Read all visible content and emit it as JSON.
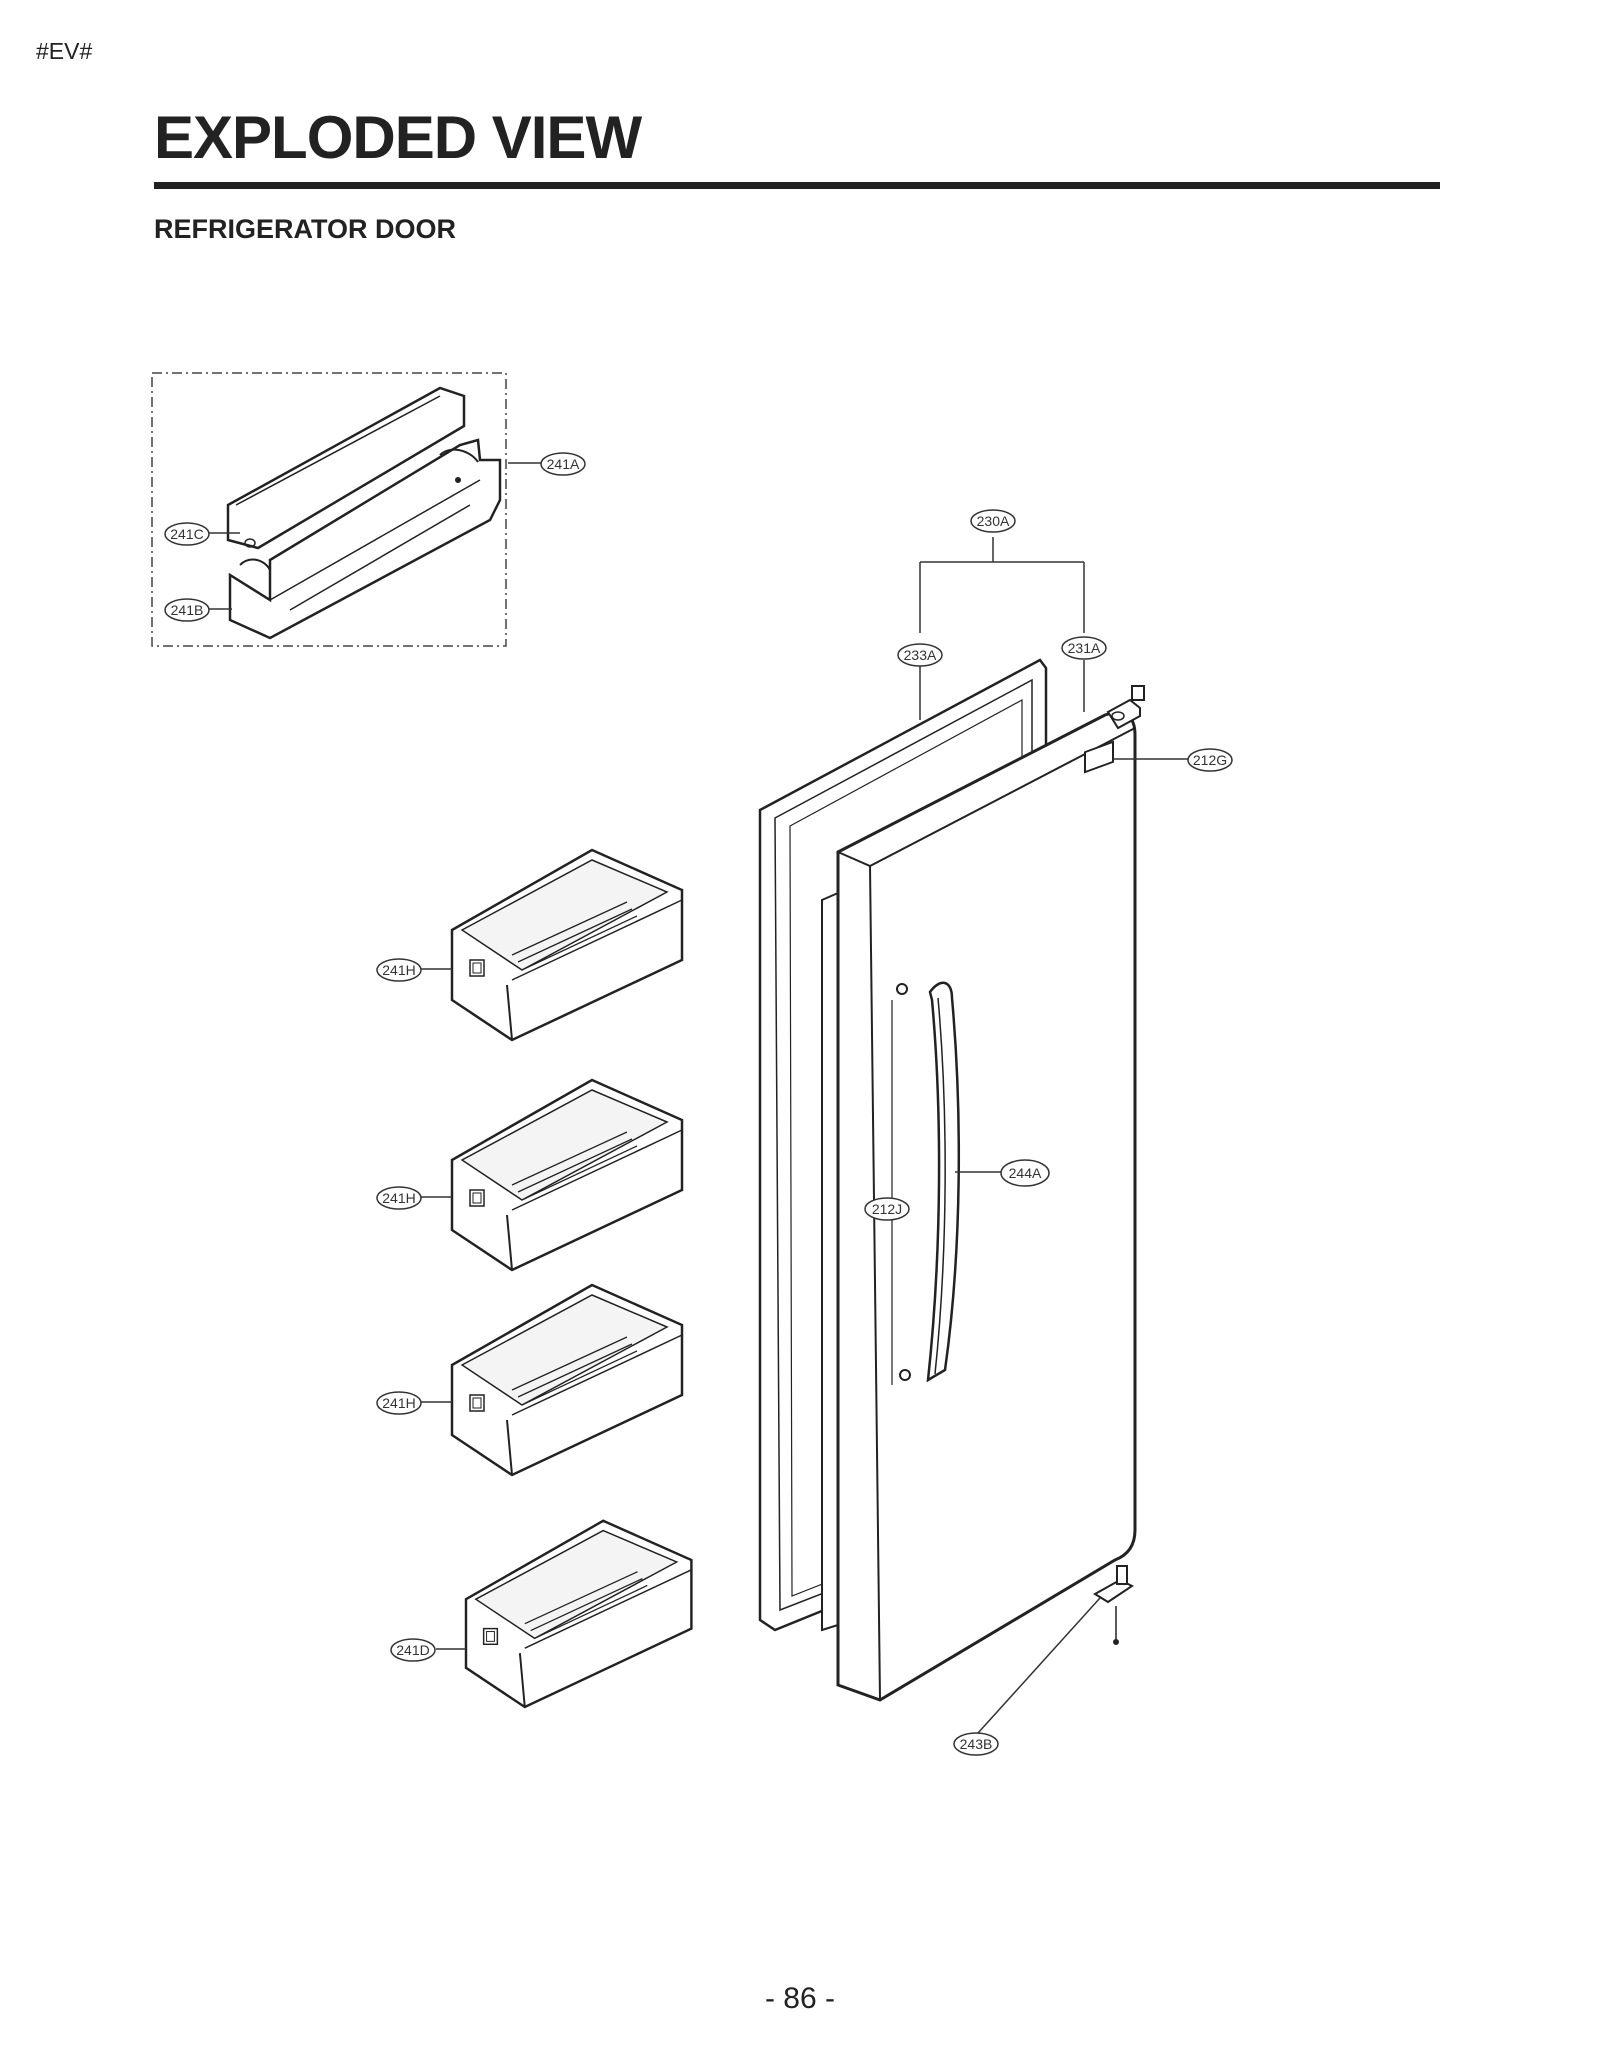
{
  "header": {
    "marker": "#EV#",
    "title": "EXPLODED VIEW",
    "subtitle": "REFRIGERATOR DOOR"
  },
  "footer": {
    "page_number": "- 86 -"
  },
  "callouts": {
    "c241A": "241A",
    "c241C": "241C",
    "c241B": "241B",
    "c230A": "230A",
    "c233A": "233A",
    "c231A": "231A",
    "c212G": "212G",
    "c241H_1": "241H",
    "c241H_2": "241H",
    "c241H_3": "241H",
    "c212J": "212J",
    "c244A": "244A",
    "c241D": "241D",
    "c243B": "243B"
  }
}
